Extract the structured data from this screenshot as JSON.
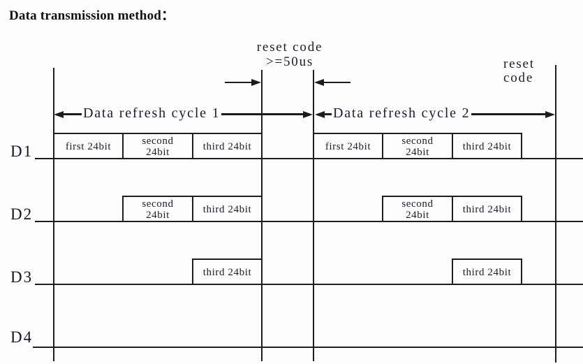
{
  "title": "Data transmission method：",
  "reset_gap": {
    "line1": "reset code",
    "line2": ">=50us"
  },
  "reset_right": {
    "line1": "reset",
    "line2": "code"
  },
  "cycles": [
    {
      "label": "Data refresh cycle 1"
    },
    {
      "label": "Data refresh cycle 2"
    }
  ],
  "signals": [
    {
      "label": "D1"
    },
    {
      "label": "D2"
    },
    {
      "label": "D3"
    },
    {
      "label": "D4"
    }
  ],
  "blocks": {
    "first": "first 24bit",
    "second_line1": "second",
    "second_line2": "24bit",
    "third": "third 24bit"
  },
  "colors": {
    "ink": "#1e1e1e",
    "background": "#fdfdfd"
  }
}
